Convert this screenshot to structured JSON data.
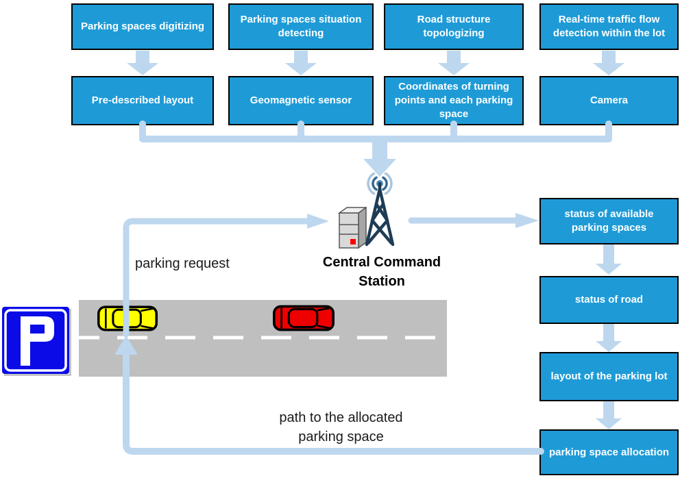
{
  "diagram": {
    "title_note": "smart parking lot guidance system diagram",
    "top_row": [
      {
        "label": "Parking spaces digitizing"
      },
      {
        "label": "Parking spaces situation detecting"
      },
      {
        "label": "Road structure topologizing"
      },
      {
        "label": "Real-time traffic flow detection within the lot"
      }
    ],
    "sensor_row": [
      {
        "label": "Pre-described layout"
      },
      {
        "label": "Geomagnetic sensor"
      },
      {
        "label": "Coordinates of turning points and each parking space"
      },
      {
        "label": "Camera"
      }
    ],
    "station": {
      "label": "Central Command Station"
    },
    "output_column": [
      {
        "label": "status of available parking spaces"
      },
      {
        "label": "status of road"
      },
      {
        "label": "layout of the parking lot"
      },
      {
        "label": "parking space allocation"
      }
    ],
    "annotations": {
      "parking_request": "parking request",
      "path_to_space": "path to the allocated parking space"
    },
    "sign_letter": "P",
    "colors": {
      "box_fill": "#1E9BD7",
      "box_border": "#000000",
      "box_text": "#FFFFFF",
      "connector": "#BDD7EE",
      "road_gray": "#BFBFBF",
      "road_dash": "#FFFFFF",
      "parking_sign_blue": "#0B0BE8",
      "car_yellow": "#FFFF00",
      "car_red": "#EE0000",
      "tower_navy": "#1E3C55",
      "wave_outer": "#A9C6DE",
      "wave_inner": "#2F6690",
      "server_gray": "#D9D9D9",
      "led_red": "#FF0000",
      "label_text": "#1A1A1A"
    }
  }
}
